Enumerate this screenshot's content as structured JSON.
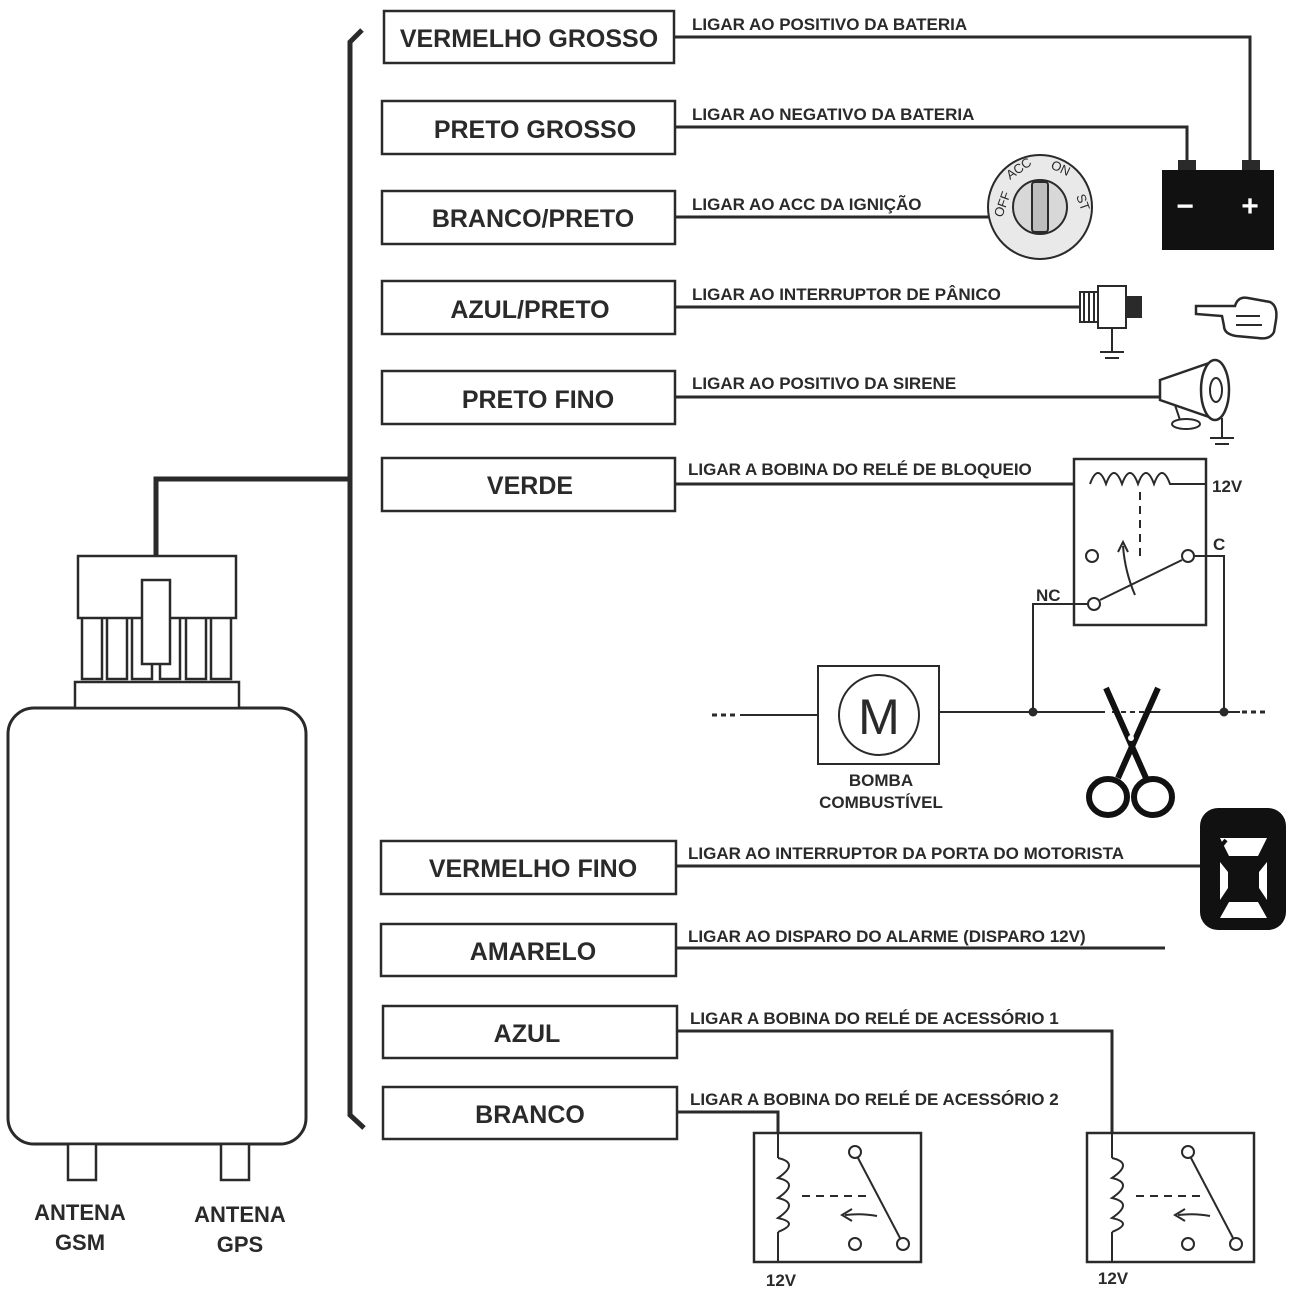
{
  "wires": [
    {
      "color": "VERMELHO GROSSO",
      "instruction": "LIGAR AO POSITIVO DA BATERIA"
    },
    {
      "color": "PRETO GROSSO",
      "instruction": "LIGAR AO NEGATIVO DA BATERIA"
    },
    {
      "color": "BRANCO/PRETO",
      "instruction": "LIGAR AO ACC DA IGNIÇÃO"
    },
    {
      "color": "AZUL/PRETO",
      "instruction": "LIGAR AO INTERRUPTOR DE PÂNICO"
    },
    {
      "color": "PRETO FINO",
      "instruction": "LIGAR AO POSITIVO DA SIRENE"
    },
    {
      "color": "VERDE",
      "instruction": "LIGAR A BOBINA DO RELÉ DE BLOQUEIO"
    },
    {
      "color": "VERMELHO FINO",
      "instruction": "LIGAR AO INTERRUPTOR DA PORTA DO MOTORISTA"
    },
    {
      "color": "AMARELO",
      "instruction": "LIGAR AO DISPARO DO ALARME (DISPARO 12V)"
    },
    {
      "color": "AZUL",
      "instruction": "LIGAR A BOBINA DO RELÉ DE ACESSÓRIO 1"
    },
    {
      "color": "BRANCO",
      "instruction": "LIGAR A BOBINA DO RELÉ DE ACESSÓRIO 2"
    }
  ],
  "battery": {
    "minus": "−",
    "plus": "+"
  },
  "ignition": {
    "off": "OFF",
    "acc": "ACC",
    "on": "ON",
    "st": "ST"
  },
  "relay_block": {
    "v12": "12V",
    "c": "C",
    "nc": "NC"
  },
  "pump": {
    "symbol": "M",
    "line1": "BOMBA",
    "line2": "COMBUSTÍVEL"
  },
  "accessory_relays": {
    "v12_1": "12V",
    "v12_2": "12V"
  },
  "antennas": {
    "gsm_line1": "ANTENA",
    "gsm_line2": "GSM",
    "gps_line1": "ANTENA",
    "gps_line2": "GPS"
  },
  "colors": {
    "ink": "#2a2a2a",
    "background": "#ffffff"
  }
}
